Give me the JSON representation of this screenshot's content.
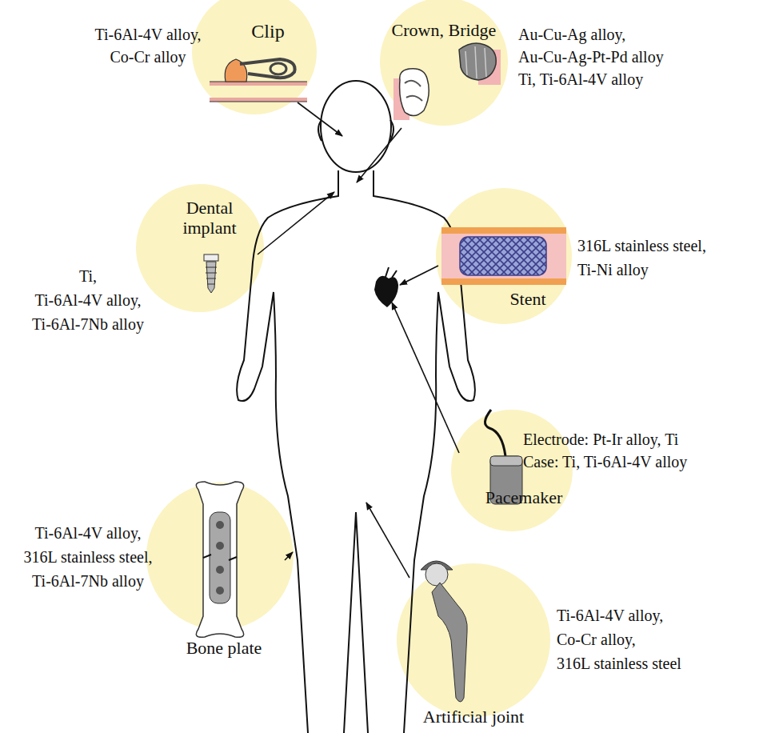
{
  "diagram": {
    "nodes": [
      {
        "text": [
          "Clip",
          "Ti-6Al-4V alloy,",
          "Co-Cr alloy"
        ]
      },
      {
        "text": [
          "Crown, Bridge",
          "Au-Cu-Ag alloy,",
          "Au-Cu-Ag-Pt-Pd alloy",
          "Ti, Ti-6Al-4V alloy"
        ]
      },
      {
        "text": [
          "Dental implant",
          "Ti,",
          "Ti-6Al-4V alloy,",
          "Ti-6Al-7Nb alloy"
        ]
      },
      {
        "text": [
          "316L stainless steel,",
          "Ti-Ni alloy",
          "Stent"
        ]
      },
      {
        "text": [
          "Electrode: Pt-Ir alloy, Ti",
          "Case: Ti, Ti-6Al-4V alloy",
          "Pacemaker"
        ]
      },
      {
        "text": [
          "Ti-6Al-4V alloy,",
          "316L stainless steel,",
          "Ti-6Al-7Nb alloy",
          "Bone plate"
        ]
      },
      {
        "text": [
          "Ti-6Al-4V alloy,",
          "Co-Cr alloy,",
          "316L stainless steel",
          "Artificial joint"
        ]
      }
    ]
  }
}
